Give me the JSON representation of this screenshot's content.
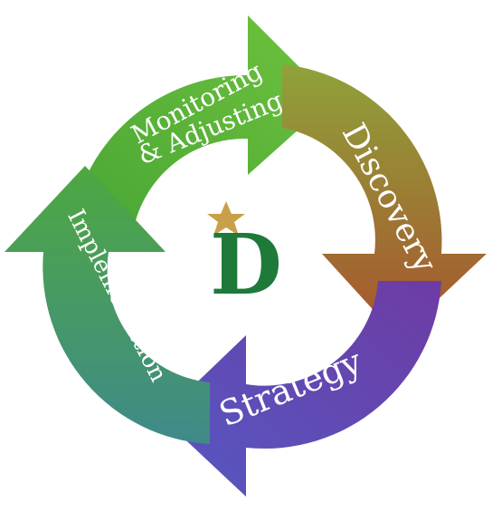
{
  "diagram": {
    "stages": [
      {
        "label_lines": [
          "Monitoring",
          "& Adjusting"
        ],
        "color_start": "#4aa83a",
        "color_end": "#6cc03a"
      },
      {
        "label_lines": [
          "Discovery"
        ],
        "color_start": "#8ba03a",
        "color_end": "#a8542e"
      },
      {
        "label_lines": [
          "Strategy"
        ],
        "color_start": "#7a3fa2",
        "color_end": "#5a55c0"
      },
      {
        "label_lines": [
          "Implementation"
        ],
        "color_start": "#3f8a8a",
        "color_end": "#52a846"
      }
    ],
    "logo": {
      "letter": "D",
      "letter_color": "#1f7a3a",
      "star_color": "#c9a04a",
      "star_icon": "star-icon"
    }
  }
}
